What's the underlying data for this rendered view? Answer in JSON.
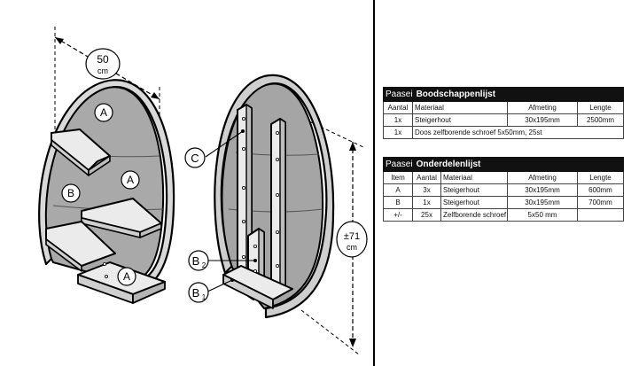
{
  "labels": {
    "width_value": "50",
    "width_unit": "cm",
    "height_value": "±71",
    "height_unit": "cm",
    "part_a": "A",
    "part_b": "B",
    "part_c": "C",
    "part_b2": "B",
    "part_b2_sub": "2",
    "part_b1": "B",
    "part_b1_sub": "1"
  },
  "shopping_list": {
    "title_prefix": "Paasei",
    "title": "Boodschappenlijst",
    "headers": [
      "Aantal",
      "Materiaal",
      "Afmeting",
      "Lengte"
    ],
    "rows": [
      {
        "qty": "1x",
        "material": "Steigerhout",
        "size": "30x195mm",
        "length": "2500mm"
      },
      {
        "qty": "1x",
        "material": "Doos zelfborende schroef 5x50mm, 25st"
      }
    ]
  },
  "parts_list": {
    "title_prefix": "Paasei",
    "title": "Onderdelenlijst",
    "headers": [
      "Item",
      "Aantal",
      "Materiaal",
      "Afmeting",
      "Lengte"
    ],
    "rows": [
      {
        "item": "A",
        "qty": "3x",
        "material": "Steigerhout",
        "size": "30x195mm",
        "length": "600mm"
      },
      {
        "item": "B",
        "qty": "1x",
        "material": "Steigerhout",
        "size": "30x195mm",
        "length": "700mm"
      },
      {
        "item": "+/-",
        "qty": "25x",
        "material": "Zelfborende schroef",
        "size": "5x50  mm",
        "length": ""
      }
    ]
  }
}
